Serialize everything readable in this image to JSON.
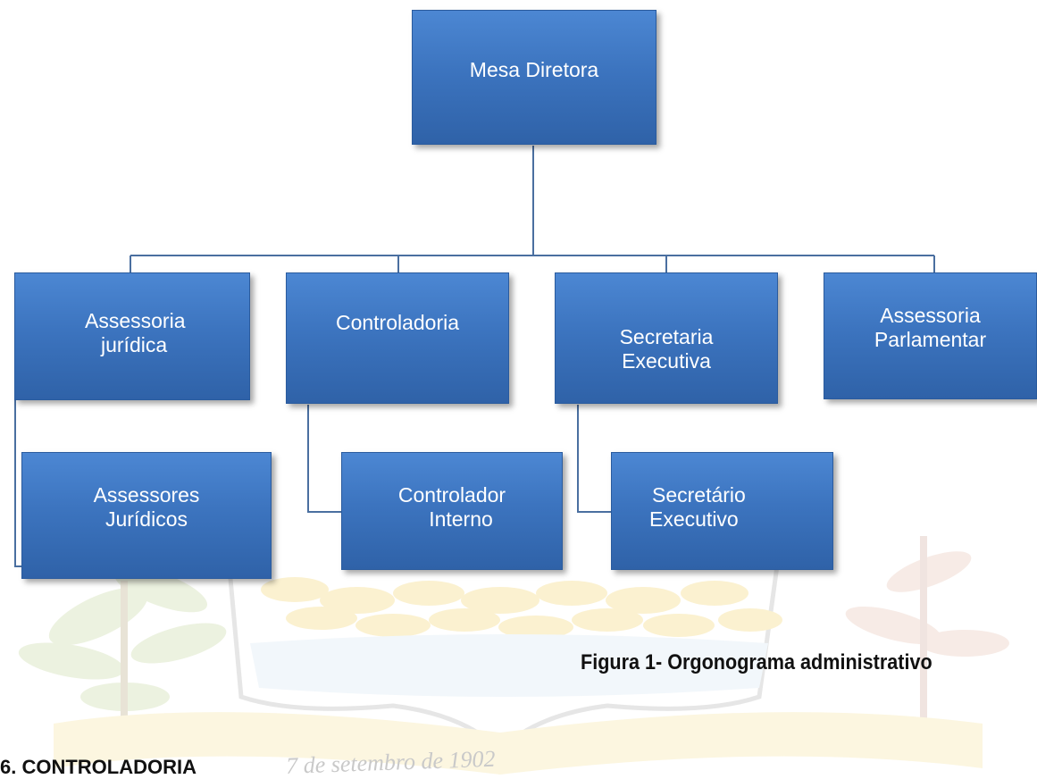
{
  "nodes": {
    "mesa_diretora": {
      "lines": [
        "Mesa Diretora"
      ]
    },
    "assessoria_juridica": {
      "lines": [
        "Assessoria",
        "jurídica"
      ]
    },
    "controladoria": {
      "lines": [
        "Controladoria"
      ]
    },
    "secretaria_executiva": {
      "lines": [
        "Secretaria",
        "Executiva"
      ]
    },
    "assessoria_parlamentar": {
      "lines": [
        "Assessoria",
        "Parlamentar"
      ]
    },
    "assessores_juridicos": {
      "lines": [
        "Assessores",
        "Jurídicos"
      ]
    },
    "controlador_interno": {
      "lines": [
        "Controlador",
        "Interno"
      ]
    },
    "secretario_executivo": {
      "lines": [
        "Secretário",
        "Executivo"
      ]
    }
  },
  "caption": "Figura 1- Orgonograma administrativo",
  "section_heading": "6. CONTROLADORIA",
  "watermark": {
    "motto": "7 de setembro de 1902"
  },
  "colors": {
    "box_top": "#4c87d3",
    "box_bottom": "#2f62a8",
    "box_text": "#ffffff",
    "connector": "#4a6fa0"
  }
}
